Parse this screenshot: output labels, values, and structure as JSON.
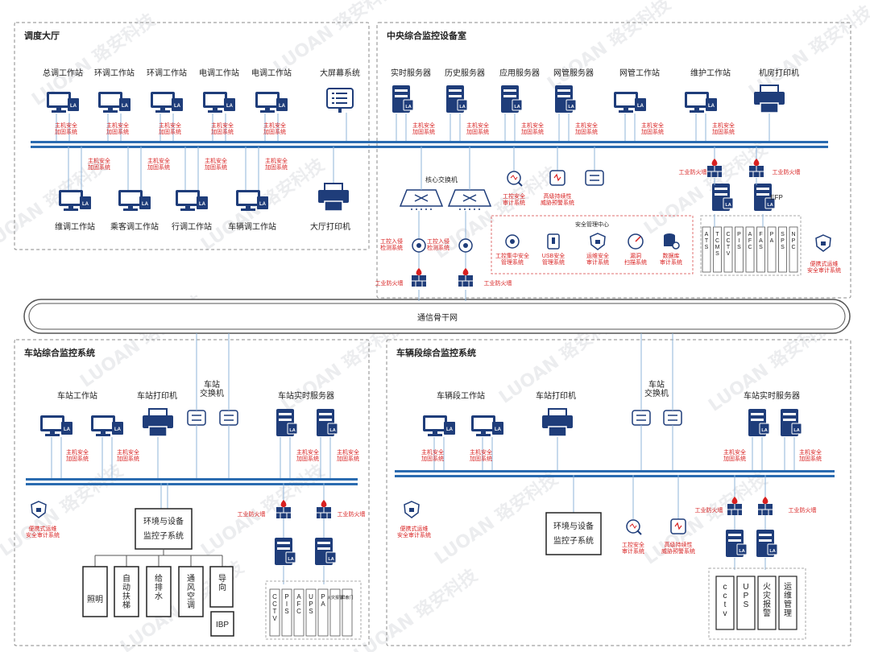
{
  "sections": {
    "dispatch_hall": "调度大厅",
    "central_room": "中央综合监控设备室",
    "station": "车站综合监控系统",
    "depot": "车辆段综合监控系统"
  },
  "backbone": "通信骨干网",
  "watermark": "LUOAN 珞安科技",
  "labels": {
    "host_security": "主机安全|加固系统",
    "industrial_firewall": "工业防火墙",
    "intrusion_detection": "工控入侵|检测系统",
    "ics_audit": "工控安全|审计系统",
    "apt_warning": "高级持续性|威胁预警系统",
    "portable_audit": "便携式运维|安全审计系统",
    "env_monitor": "环境与设备|监控子系统",
    "core_switch": "核心交换机",
    "security_center": "安全管理中心",
    "station_switch": "车站|交换机",
    "efp": "EFP"
  },
  "dispatch_hall": {
    "top_workstations": [
      "总调工作站",
      "环调工作站",
      "环调工作站",
      "电调工作站",
      "电调工作站"
    ],
    "big_screen": "大屏幕系统",
    "bottom_workstations": [
      "维调工作站",
      "乘客调工作站",
      "行调工作站",
      "车辆调工作站"
    ],
    "printer": "大厅打印机"
  },
  "central_room": {
    "devices": [
      "实时服务器",
      "历史服务器",
      "应用服务器",
      "网管服务器",
      "网管工作站",
      "维护工作站",
      "机房打印机"
    ],
    "security_center_items": [
      "工控集中安全|管理系统",
      "USB安全|管理系统",
      "运维安全|审计系统",
      "漏洞|扫描系统",
      "数据库|审计系统"
    ],
    "subsystems": [
      "ATS",
      "TCMS",
      "CCTV",
      "PIS",
      "AFC",
      "FAS",
      "PA",
      "SPS",
      "NPC"
    ]
  },
  "station": {
    "workstation": "车站工作站",
    "printer": "车站打印机",
    "server": "车站实时服务器",
    "env_items": [
      "照明",
      "自动扶梯",
      "给排水",
      "通风空调",
      "导向",
      "IBP"
    ],
    "subsystems": [
      "CCTV",
      "PIS",
      "AFC",
      "UPS",
      "PA",
      "火灾报警",
      "屏蔽门"
    ]
  },
  "depot": {
    "workstation": "车辆段工作站",
    "printer": "车站打印机",
    "server": "车站实时服务器",
    "subsystems": [
      "cctv",
      "UPS",
      "火灾报警",
      "运维管理"
    ]
  },
  "colors": {
    "navy": "#1f3d7a",
    "bus": "#2a6bb0",
    "red": "#d82020",
    "border": "#8a8a8a",
    "line": "#8fb4d9"
  }
}
